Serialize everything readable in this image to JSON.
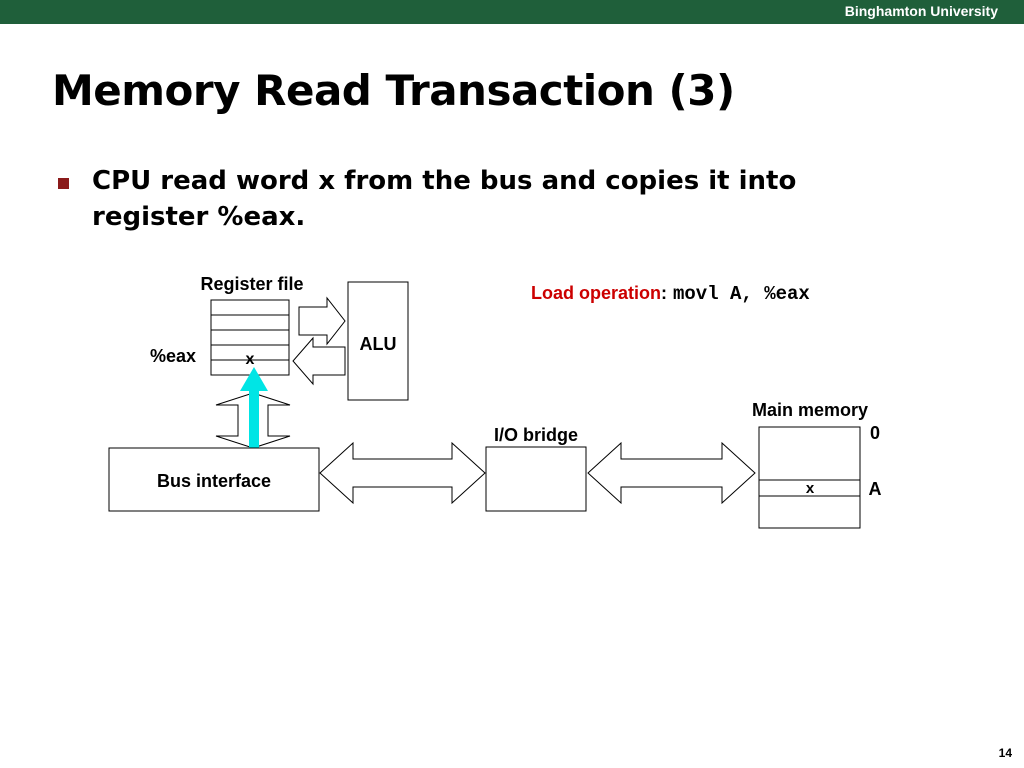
{
  "header": {
    "university": "Binghamton University"
  },
  "slide": {
    "title": "Memory Read Transaction (3)",
    "bullet": "CPU read word x from the bus and copies it into register %eax.",
    "page_number": "14"
  },
  "diagram": {
    "register_file_label": "Register file",
    "eax_label": "%eax",
    "register_value": "x",
    "alu_label": "ALU",
    "bus_interface_label": "Bus interface",
    "io_bridge_label": "I/O bridge",
    "main_memory_label": "Main memory",
    "memory_value": "x",
    "address_zero": "0",
    "address_a": "A",
    "load_operation_label": "Load operation",
    "load_colon": ":",
    "load_instruction": "movl A, %eax"
  },
  "colors": {
    "header_bar": "#1f5f3a",
    "bullet_marker": "#8b1a1a",
    "load_label": "#cc0000",
    "data_arrow": "#00e5e5"
  }
}
